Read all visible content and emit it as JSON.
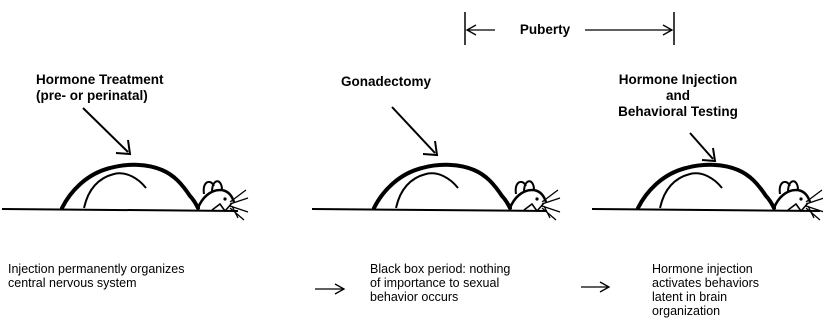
{
  "puberty": {
    "label": "Puberty"
  },
  "stages": [
    {
      "title_lines": [
        "Hormone Treatment",
        "(pre- or perinatal)"
      ],
      "caption_lines": [
        "Injection permanently organizes",
        "central nervous system"
      ]
    },
    {
      "title_lines": [
        "Gonadectomy"
      ],
      "caption_lines": [
        "Black box period: nothing",
        "of importance to sexual",
        "behavior occurs"
      ]
    },
    {
      "title_lines": [
        "Hormone Injection",
        "and",
        "Behavioral Testing"
      ],
      "caption_lines": [
        "Hormone injection",
        "activates behaviors",
        "latent in brain",
        "organization"
      ]
    }
  ]
}
